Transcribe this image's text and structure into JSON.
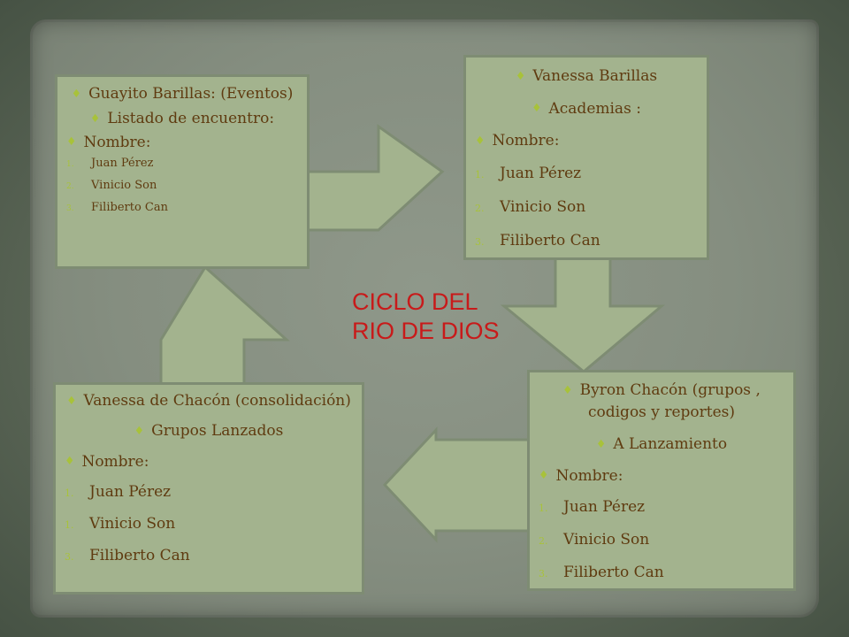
{
  "title": {
    "line1": "CICLO DEL",
    "line2": "RIO DE DIOS"
  },
  "boxes": {
    "top_left": {
      "heading": "Guayito Barillas: (Eventos)",
      "subheading": "Listado de encuentro:",
      "nombre_label": "Nombre:",
      "names": [
        "Juan Pérez",
        "Vinicio Son",
        "Filiberto Can"
      ],
      "numbers": [
        "1.",
        "2.",
        "3."
      ]
    },
    "top_right": {
      "heading": "Vanessa Barillas",
      "subheading": "Academias :",
      "nombre_label": "Nombre:",
      "names": [
        "Juan Pérez",
        "Vinicio Son",
        "Filiberto Can"
      ],
      "numbers": [
        "1.",
        "2.",
        "3."
      ]
    },
    "bottom_right": {
      "heading": "Byron Chacón (grupos , codigos y reportes)",
      "subheading": "A Lanzamiento",
      "nombre_label": "Nombre:",
      "names": [
        "Juan Pérez",
        "Vinicio Son",
        "Filiberto Can"
      ],
      "numbers": [
        "1.",
        "2.",
        "3."
      ]
    },
    "bottom_left": {
      "heading": "Vanessa de Chacón (consolidación)",
      "subheading": "Grupos Lanzados",
      "nombre_label": "Nombre:",
      "names": [
        "Juan Pérez",
        "Vinicio Son",
        "Filiberto Can"
      ],
      "numbers": [
        "1.",
        "1.",
        "3."
      ]
    }
  },
  "colors": {
    "box_fill": "#a3b38e",
    "box_text": "#5f3b10",
    "bullet": "#a8c23a",
    "title": "#c81a1a",
    "arrow_fill": "#a3b38e",
    "arrow_border": "#7e8c73"
  },
  "icons": {
    "bullet": "♦"
  }
}
